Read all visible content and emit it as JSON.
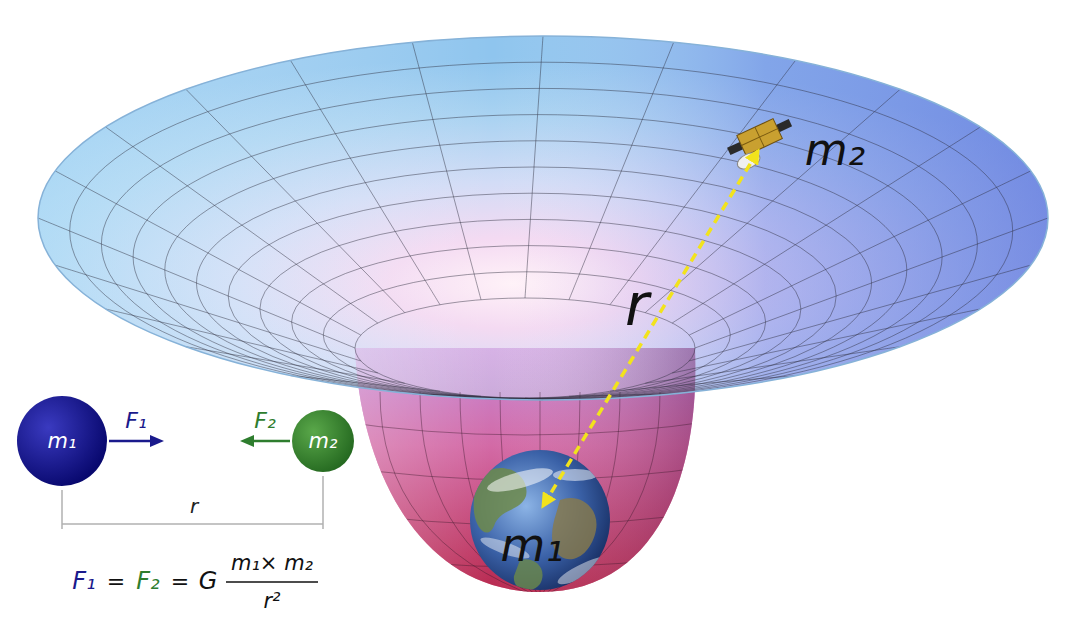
{
  "diagram": {
    "nodes": [
      {
        "text": [
          "m₁"
        ]
      },
      {
        "text": [
          "m₂"
        ]
      }
    ],
    "labels": [
      "m₂",
      "r",
      "m₁",
      "F₁",
      "F₂",
      "r",
      "F₁",
      "=",
      "F₂",
      "=",
      "G",
      "m₁× m₂",
      "r²"
    ]
  }
}
